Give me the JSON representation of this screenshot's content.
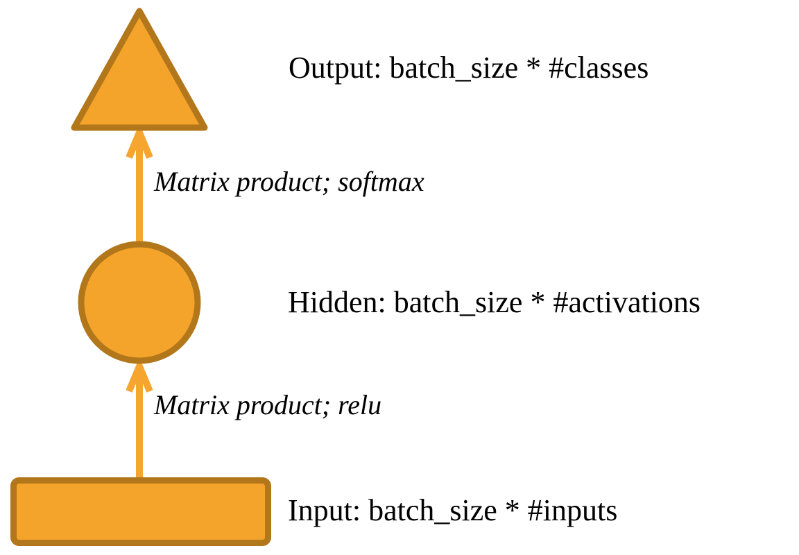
{
  "diagram": {
    "description": "Feed-forward neural network layer shapes diagram",
    "nodes": [
      {
        "id": "output",
        "shape": "triangle",
        "label": "Output: batch_size * #classes"
      },
      {
        "id": "hidden",
        "shape": "circle",
        "label": "Hidden: batch_size * #activations"
      },
      {
        "id": "input",
        "shape": "rectangle",
        "label": "Input: batch_size * #inputs"
      }
    ],
    "edges": [
      {
        "from": "hidden",
        "to": "output",
        "label": "Matrix product; softmax"
      },
      {
        "from": "input",
        "to": "hidden",
        "label": "Matrix product; relu"
      }
    ]
  },
  "colors": {
    "background": "#FFFFFF",
    "shape_fill": "#F5A42B",
    "shape_border": "#B2761B",
    "arrow": "#F6A62E",
    "text": "#000000"
  }
}
